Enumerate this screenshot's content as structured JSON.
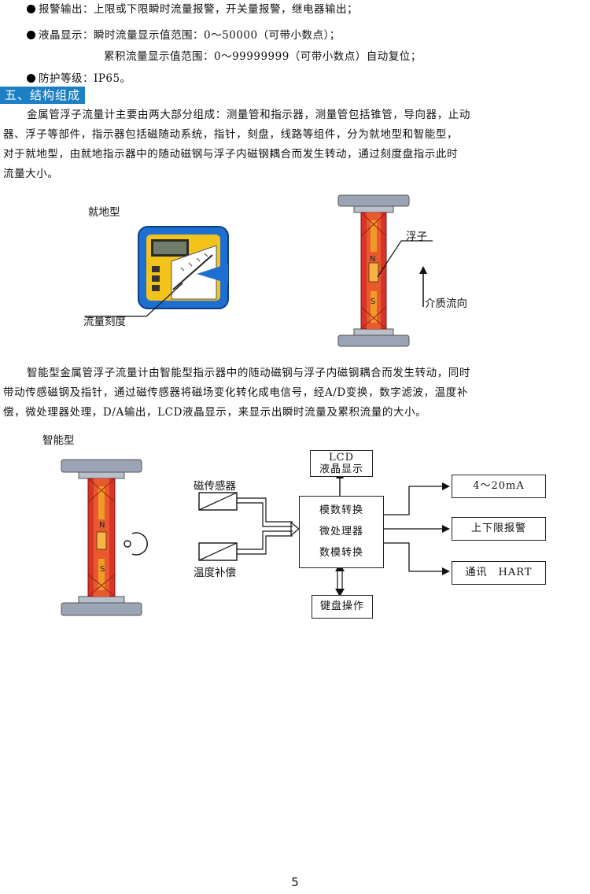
{
  "bullets": [
    {
      "label": "报警输出：",
      "text": "上限或下限瞬时流量报警，开关量报警，继电器输出；"
    },
    {
      "label": "液晶显示：",
      "text": "瞬时流量显示值范围：0～50000（可带小数点）；"
    },
    {
      "label": "",
      "text": "累积流量显示值范围：0～99999999（可带小数点）自动复位；"
    },
    {
      "label": "防护等级：",
      "text": "IP65。"
    }
  ],
  "section_heading": "五、结构组成",
  "paragraph1": [
    "金属管浮子流量计主要由两大部分组成：测量管和指示器，测量管包括锥管，导向器，止动",
    "器、浮子等部件，指示器包括磁随动系统，指针，刻盘，线路等组件，分为就地型和智能型，",
    "对于就地型，由就地指示器中的随动磁钢与浮子内磁钢耦合而发生转动，通过刻度盘指示此时",
    "流量大小。"
  ],
  "figure1": {
    "local_type_label": "就地型",
    "scale_label": "流量刻度",
    "float_label": "浮子",
    "flow_direction_label": "介质流向",
    "tube_marks": [
      "N",
      "S"
    ]
  },
  "paragraph2": [
    "智能型金属管浮子流量计由智能型指示器中的随动磁钢与浮子内磁钢耦合而发生转动，同时",
    "带动传感磁钢及指针，通过磁传感器将磁场变化转化成电信号，经A/D变换，数字滤波，温度补",
    "偿，微处理器处理，D/A输出，LCD液晶显示，来显示出瞬时流量及累积流量的大小。"
  ],
  "figure2": {
    "smart_type_label": "智能型",
    "magnetic_sensor_label": "磁传感器",
    "temp_comp_label": "温度补偿",
    "lcd_box": [
      "LCD",
      "液晶显示"
    ],
    "processor_box": [
      "模数转换",
      "微处理器",
      "数模转换"
    ],
    "keyboard_box": "键盘操作",
    "outputs": [
      "4～20mA",
      "上下限报警",
      "通讯　HART"
    ],
    "tube_marks": [
      "N",
      "S"
    ]
  },
  "page_number": "5",
  "colors": {
    "heading_bg": "#1d7fc4",
    "tube_red": "#d8342a",
    "tube_orange": "#f09a2a",
    "flange_gray": "#9aa4b4",
    "indicator_blue": "#1f6fd0",
    "indicator_yellow": "#f3c21b"
  }
}
